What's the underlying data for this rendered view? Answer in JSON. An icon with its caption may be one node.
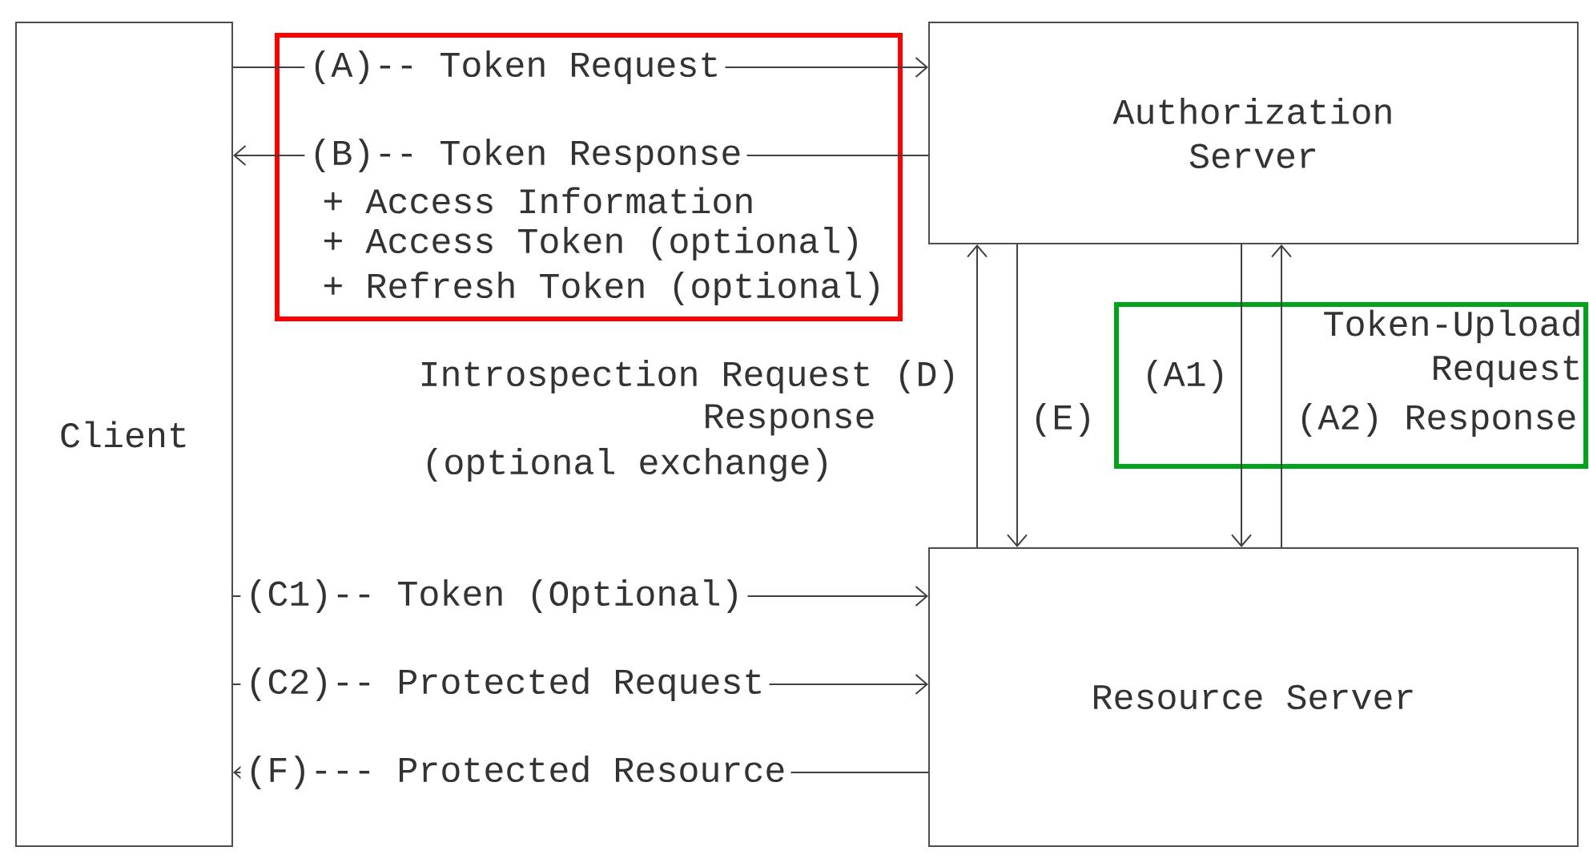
{
  "diagram": {
    "nodes": [
      {
        "text": [
          "Client"
        ]
      },
      {
        "text": [
          "Authorization Server"
        ]
      },
      {
        "text": [
          "Resource Server"
        ]
      }
    ],
    "edges": [
      {
        "from": 0,
        "to": 1,
        "arrow": "to",
        "label": "(A)-- Token Request"
      },
      {
        "from": 1,
        "to": 0,
        "arrow": "to",
        "label": "(B)-- Token Response"
      },
      {
        "from": 2,
        "to": 1,
        "arrow": "to",
        "label": "Introspection Request (D)"
      },
      {
        "from": 1,
        "to": 2,
        "arrow": "to",
        "label": "(E)"
      },
      {
        "from": 1,
        "to": 2,
        "arrow": "to",
        "label": "(A1)"
      },
      {
        "from": 2,
        "to": 1,
        "arrow": "to",
        "label": "(A2) Response"
      },
      {
        "from": 0,
        "to": 2,
        "arrow": "to",
        "label": "(C1)-- Token (Optional)"
      },
      {
        "from": 0,
        "to": 2,
        "arrow": "to",
        "label": "(C2)-- Protected Request"
      },
      {
        "from": 2,
        "to": 0,
        "arrow": "to",
        "label": "(F)--- Protected Resource"
      }
    ],
    "labels": [
      "+ Access Information",
      "+ Access Token (optional)",
      "+ Refresh Token (optional)",
      "Token-Upload Request",
      "Response",
      "(optional exchange)"
    ]
  }
}
